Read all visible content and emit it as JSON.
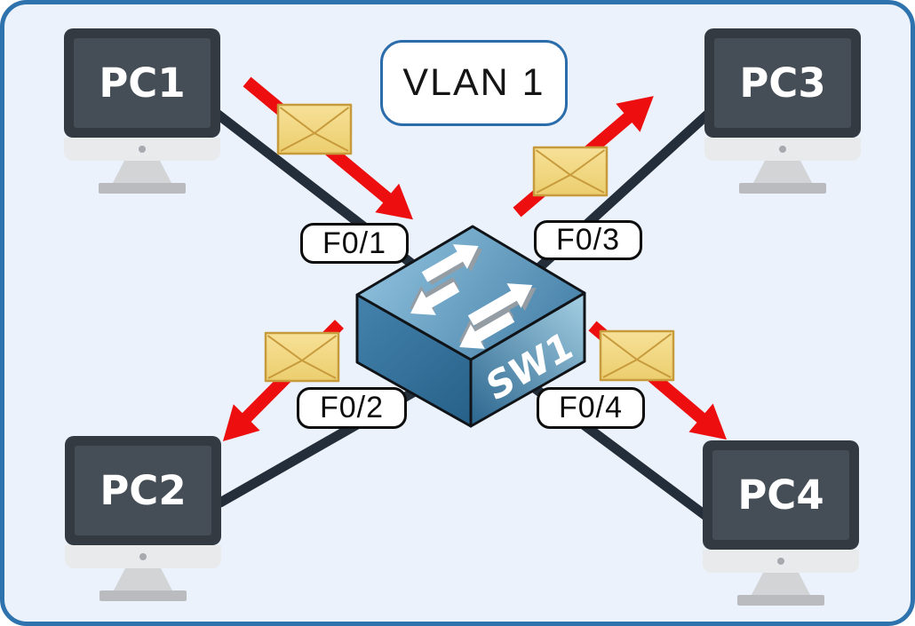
{
  "diagram": {
    "type": "network-topology",
    "vlan_badge": {
      "label": "VLAN 1"
    },
    "switch": {
      "label": "SW1"
    },
    "pcs": [
      {
        "id": "pc1",
        "label": "PC1",
        "position": "top-left"
      },
      {
        "id": "pc2",
        "label": "PC2",
        "position": "bottom-left"
      },
      {
        "id": "pc3",
        "label": "PC3",
        "position": "top-right"
      },
      {
        "id": "pc4",
        "label": "PC4",
        "position": "bottom-right"
      }
    ],
    "ports": [
      {
        "label": "F0/1",
        "connected_pc": "PC1"
      },
      {
        "label": "F0/2",
        "connected_pc": "PC2"
      },
      {
        "label": "F0/3",
        "connected_pc": "PC3"
      },
      {
        "label": "F0/4",
        "connected_pc": "PC4"
      }
    ],
    "broadcast_flows": [
      {
        "from": "PC1",
        "to": "SW1",
        "icon": "envelope"
      },
      {
        "from": "SW1",
        "to": "PC2",
        "icon": "envelope"
      },
      {
        "from": "SW1",
        "to": "PC3",
        "icon": "envelope"
      },
      {
        "from": "SW1",
        "to": "PC4",
        "icon": "envelope"
      }
    ],
    "icons": {
      "pc": "desktop-computer-icon",
      "switch": "network-switch-isometric-icon",
      "envelope": "mail-envelope-icon",
      "broadcast_arrow": "red-arrow-icon"
    },
    "colors": {
      "canvas_background": "#ebf2fb",
      "canvas_border": "#2e72ae",
      "cable": "#242e3a",
      "broadcast_arrow_red": "#ed0f0f",
      "envelope_fill": "#f1d57c",
      "envelope_border": "#c79a3c",
      "switch_blue_top": "#8cbeda",
      "switch_blue_dark": "#27618a",
      "monitor_frame": "#333a42",
      "monitor_screen": "#454d57",
      "label_border_blue": "#2b6cab"
    }
  }
}
